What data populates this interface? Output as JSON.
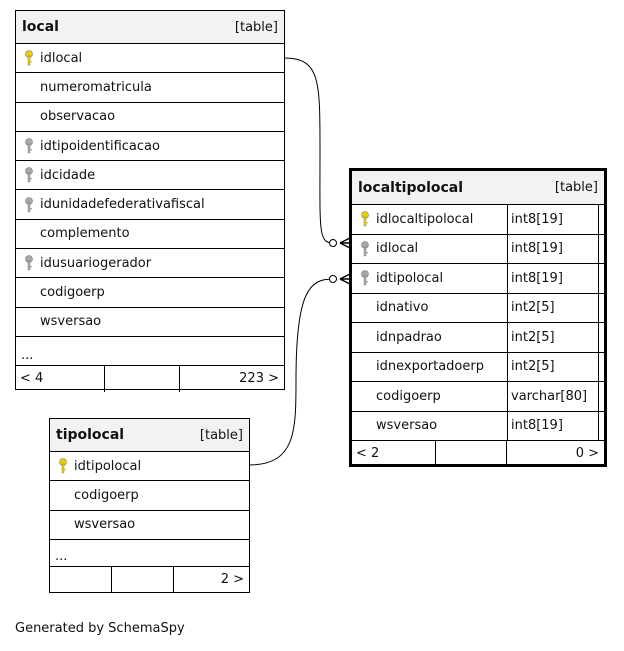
{
  "tables": {
    "local": {
      "name": "local",
      "tag": "[table]",
      "columns": [
        {
          "name": "idlocal",
          "key": "primary"
        },
        {
          "name": "numeromatricula",
          "key": "none"
        },
        {
          "name": "observacao",
          "key": "none"
        },
        {
          "name": "idtipoidentificacao",
          "key": "foreign"
        },
        {
          "name": "idcidade",
          "key": "foreign"
        },
        {
          "name": "idunidadefederativafiscal",
          "key": "foreign"
        },
        {
          "name": "complemento",
          "key": "none"
        },
        {
          "name": "idusuariogerador",
          "key": "foreign"
        },
        {
          "name": "codigoerp",
          "key": "none"
        },
        {
          "name": "wsversao",
          "key": "none"
        }
      ],
      "ellipsis": "...",
      "footer": {
        "left": "< 4",
        "mid": "",
        "right": "223 >"
      }
    },
    "localtipolocal": {
      "name": "localtipolocal",
      "tag": "[table]",
      "columns": [
        {
          "name": "idlocaltipolocal",
          "type": "int8[19]",
          "key": "primary"
        },
        {
          "name": "idlocal",
          "type": "int8[19]",
          "key": "foreign"
        },
        {
          "name": "idtipolocal",
          "type": "int8[19]",
          "key": "foreign"
        },
        {
          "name": "idnativo",
          "type": "int2[5]",
          "key": "none"
        },
        {
          "name": "idnpadrao",
          "type": "int2[5]",
          "key": "none"
        },
        {
          "name": "idnexportadoerp",
          "type": "int2[5]",
          "key": "none"
        },
        {
          "name": "codigoerp",
          "type": "varchar[80]",
          "key": "none"
        },
        {
          "name": "wsversao",
          "type": "int8[19]",
          "key": "none"
        }
      ],
      "footer": {
        "left": "< 2",
        "mid": "",
        "right": "0 >"
      }
    },
    "tipolocal": {
      "name": "tipolocal",
      "tag": "[table]",
      "columns": [
        {
          "name": "idtipolocal",
          "key": "primary"
        },
        {
          "name": "codigoerp",
          "key": "none"
        },
        {
          "name": "wsversao",
          "key": "none"
        }
      ],
      "ellipsis": "...",
      "footer": {
        "left": "",
        "mid": "",
        "right": "2 >"
      }
    }
  },
  "colors": {
    "primary_key": "#e8d000",
    "foreign_key": "#a8a8a8",
    "line": "#000000"
  },
  "footer_text": "Generated by SchemaSpy"
}
